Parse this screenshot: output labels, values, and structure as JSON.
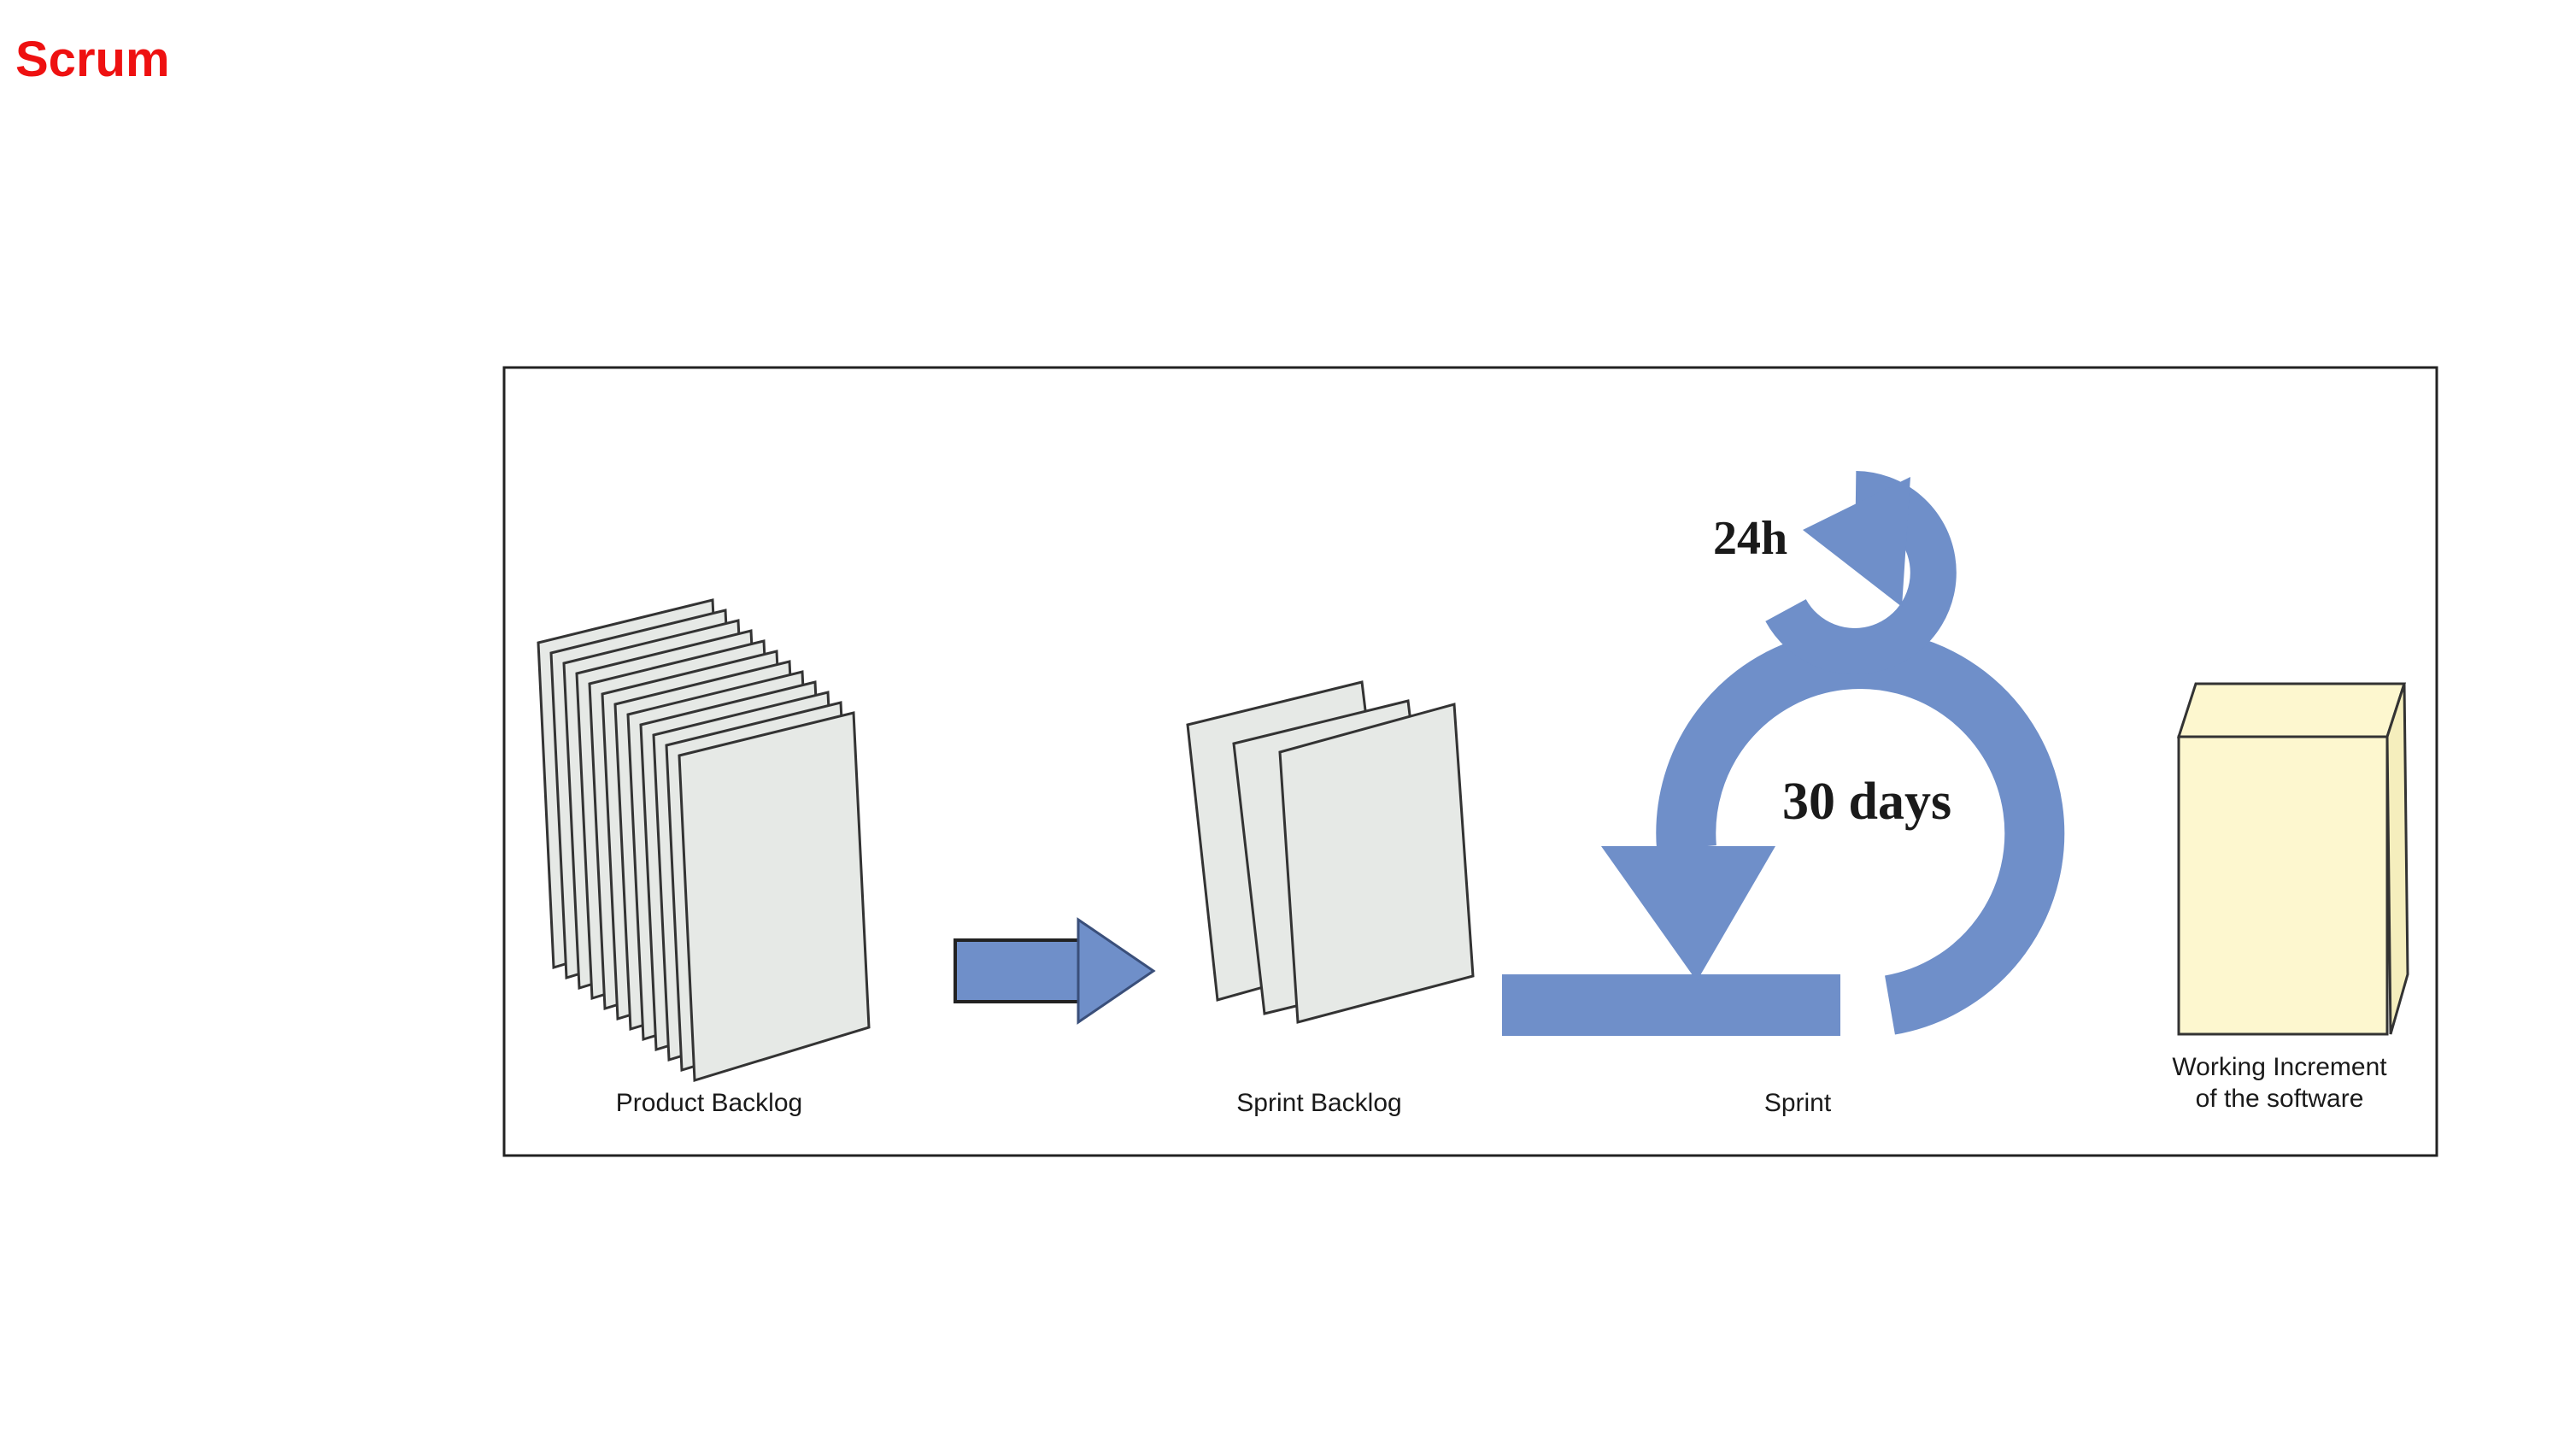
{
  "title": "Scrum",
  "colors": {
    "title": "#ee1111",
    "flow": "#6f8fc9",
    "sheet_fill": "#e6e9e6",
    "increment_front": "#fdf7cf",
    "increment_side": "#f5eebd",
    "frame": "#222222"
  },
  "labels": {
    "product_backlog": "Product Backlog",
    "sprint_backlog": "Sprint Backlog",
    "sprint": "Sprint",
    "increment_line1": "Working Increment",
    "increment_line2": "of the software",
    "daily_cycle": "24h",
    "sprint_cycle": "30 days"
  }
}
